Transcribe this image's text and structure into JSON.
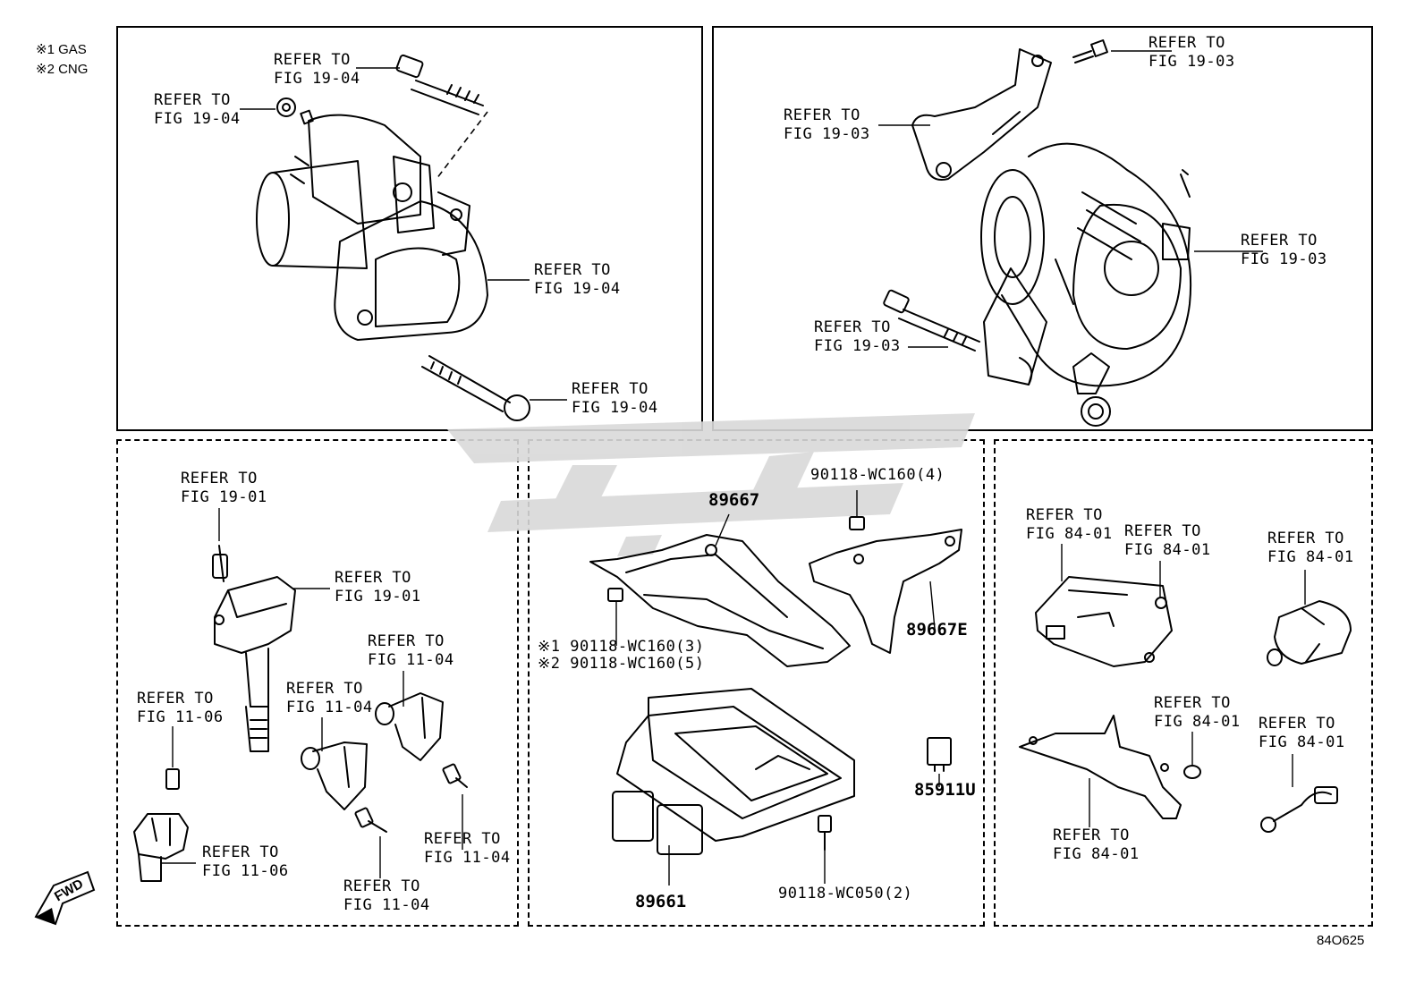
{
  "legend": {
    "gas": "※1 GAS",
    "cng": "※2 CNG"
  },
  "starter_panel": {
    "refs": [
      "REFER TO\nFIG 19-04",
      "REFER TO\nFIG 19-04",
      "REFER TO\nFIG 19-04",
      "REFER TO\nFIG 19-04"
    ]
  },
  "alternator_panel": {
    "refs": [
      "REFER TO\nFIG 19-03",
      "REFER TO\nFIG 19-03",
      "REFER TO\nFIG 19-03",
      "REFER TO\nFIG 19-03"
    ]
  },
  "ignition_panel": {
    "refs": [
      "REFER TO\nFIG 19-01",
      "REFER TO\nFIG 19-01",
      "REFER TO\nFIG 11-04",
      "REFER TO\nFIG 11-04",
      "REFER TO\nFIG 11-06",
      "REFER TO\nFIG 11-06",
      "REFER TO\nFIG 11-04",
      "REFER TO\nFIG 11-04"
    ]
  },
  "ecu_panel": {
    "parts": {
      "bracket_main": "89667",
      "bracket_e": "89667E",
      "bolt_top": "90118-WC160(4)",
      "bolt_gas": "※1 90118-WC160(3)",
      "bolt_cng": "※2 90118-WC160(5)",
      "ecu": "89661",
      "bolt_bottom": "90118-WC050(2)",
      "relay": "85911U"
    }
  },
  "sensor_panel": {
    "refs": [
      "REFER TO\nFIG 84-01",
      "REFER TO\nFIG 84-01",
      "REFER TO\nFIG 84-01",
      "REFER TO\nFIG 84-01",
      "REFER TO\nFIG 84-01",
      "REFER TO\nFIG 84-01"
    ]
  },
  "fwd_label": "FWD",
  "diagram_code": "84O625"
}
